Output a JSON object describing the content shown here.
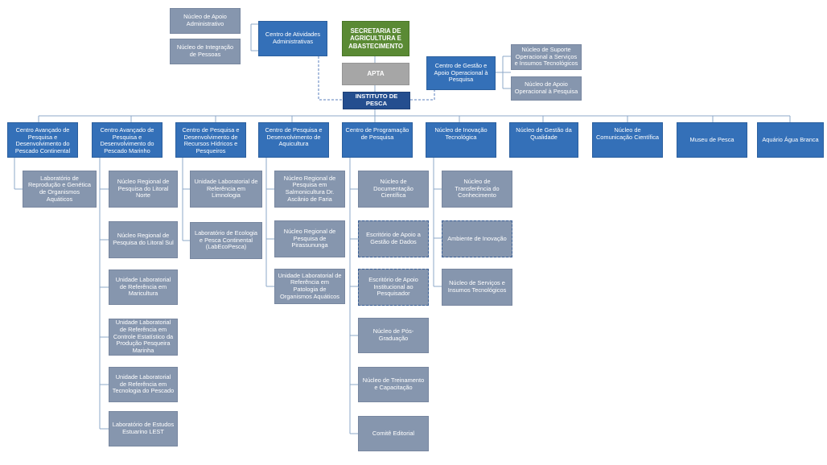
{
  "top": {
    "sec": "SECRETARIA DE AGRICULTURA E ABASTECIMENTO",
    "apta": "APTA",
    "ip": "INSTITUTO DE PESCA",
    "caa": "Centro de Atividades Administrativas",
    "nucleo_apoio_adm": "Núcleo de Apoio Administrativo",
    "nucleo_integracao": "Núcleo de Integração de Pessoas",
    "cgaop": "Centro de Gestão e Apoio Operacional à Pesquisa",
    "nucleo_suporte": "Núcleo de Suporte Operacional a Serviços e Insumos Tecnológicos",
    "nucleo_apoio_op": "Núcleo de Apoio Operacional à Pesquisa"
  },
  "branches": [
    {
      "label": "Centro Avançado de Pesquisa e Desenvolvimento do Pescado Continental",
      "children": [
        "Laboratório de Reprodução e Genética de Organismos Aquáticos"
      ]
    },
    {
      "label": "Centro Avançado de Pesquisa e Desenvolvimento do Pescado Marinho",
      "children": [
        "Núcleo Regional de Pesquisa do Litoral Norte",
        "Núcleo Regional de Pesquisa do Litoral Sul",
        "Unidade Laboratorial de Referência em Maricultura",
        "Unidade Laboratorial de Referência em Controle Estatístico da Produção Pesqueira Marinha",
        "Unidade Laboratorial de Referência em Tecnologia do Pescado",
        "Laboratório de Estudos Estuarino LEST"
      ]
    },
    {
      "label": "Centro de Pesquisa e Desenvolvimento de Recursos Hídricos e Pesqueiros",
      "children": [
        "Unidade Laboratorial de Referência em Limnologia",
        "Laboratório de Ecologia e Pesca Continental (LabEcoPesca)"
      ]
    },
    {
      "label": "Centro de Pesquisa e Desenvolvimento de Aquicultura",
      "children": [
        "Núcleo Regional de Pesquisa em Salmonicultura Dr. Ascânio de Faria",
        "Núcleo Regional de Pesquisa de Pirassununga",
        "Unidade Laboratorial de Referência em Patologia de Organismos Aquáticos"
      ]
    },
    {
      "label": "Centro de Programação de Pesquisa",
      "children": [
        "Núcleo de Documentação Científica",
        "Escritório de Apoio a Gestão de Dados",
        "Escritório de Apoio Institucional ao Pesquisador",
        "Núcleo de Pós-Graduação",
        "Núcleo de Treinamento e Capacitação",
        "Comitê Editorial"
      ]
    },
    {
      "label": "Núcleo de Inovação Tecnológica",
      "children": [
        "Núcleo de Transferência do Conhecimento",
        "Ambiente de Inovação",
        "Núcleo de Serviços e Insumos Tecnológicos"
      ]
    },
    {
      "label": "Núcleo de Gestão da Qualidade",
      "children": []
    },
    {
      "label": "Núcleo de Comunicação Científica",
      "children": []
    },
    {
      "label": "Museu de Pesca",
      "children": []
    },
    {
      "label": "Aquário Água Branca",
      "children": []
    }
  ],
  "colors": {
    "blue": "#3470b8",
    "gray": "#8696ae",
    "green": "#5a8a34",
    "apta": "#a6a6a6",
    "ip": "#244e8f",
    "line": "#8ea8c9"
  }
}
